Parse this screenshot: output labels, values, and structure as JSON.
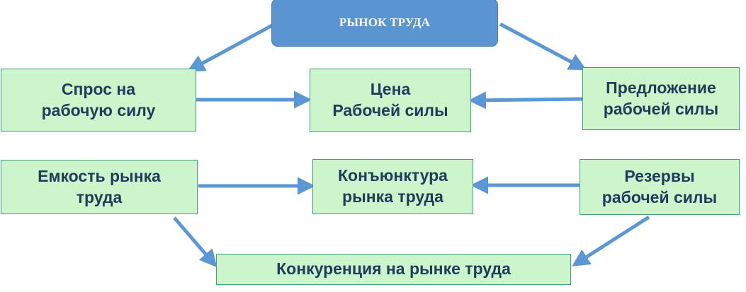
{
  "diagram": {
    "title": "РЫНОК ТРУДА",
    "demand": {
      "line1": "Спрос на",
      "line2": "рабочую силу"
    },
    "price": {
      "line1": "Цена",
      "line2": "Рабочей силы"
    },
    "supply": {
      "line1": "Предложение",
      "line2": "рабочей силы"
    },
    "capacity": {
      "line1": "Емкость рынка",
      "line2": "труда"
    },
    "conjuncture": {
      "line1": "Конъюнктура",
      "line2": "рынка труда"
    },
    "reserves": {
      "line1": "Резервы",
      "line2": "рабочей силы"
    },
    "competition": "Конкуренция на рынке труда"
  },
  "colors": {
    "title_fill": "#5a95d2",
    "box_fill": "#ccf5cc",
    "box_border": "#3f9f7f",
    "arrow": "#5b97d5",
    "text": "#1f3c5a"
  }
}
